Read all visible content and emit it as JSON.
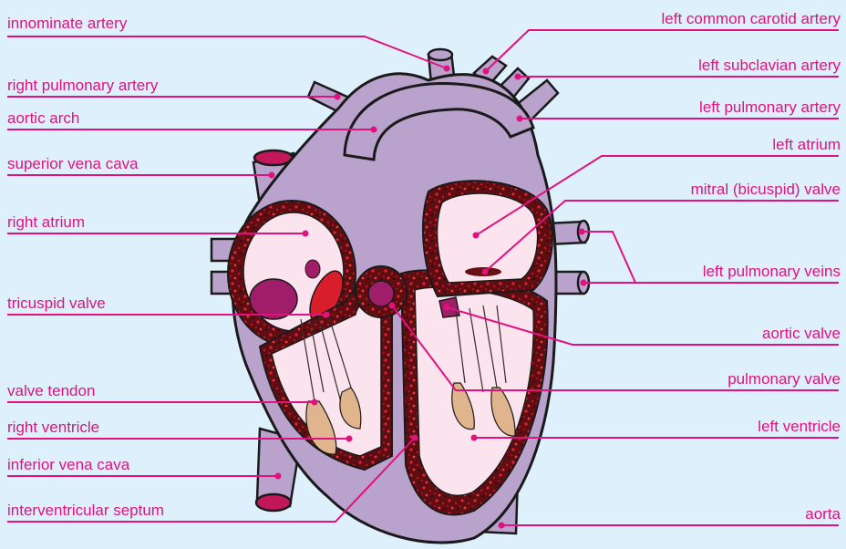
{
  "colors": {
    "background": "#ddf0fb",
    "label": "#e0127f",
    "vessel": "#b9a2cc",
    "outline": "#1a1a1a",
    "myocardium": "#6a1014",
    "chamber": "#fbe4ee",
    "valve": "#d81e2a",
    "papillary": "#e0b48c"
  },
  "labels": {
    "left": [
      "innominate artery",
      "right pulmonary artery",
      "aortic arch",
      "superior vena cava",
      "right atrium",
      "tricuspid valve",
      "valve tendon",
      "right ventricle",
      "inferior vena cava",
      "interventricular septum"
    ],
    "right": [
      "left common carotid artery",
      "left subclavian artery",
      "left pulmonary artery",
      "left atrium",
      "mitral (bicuspid) valve",
      "left pulmonary veins",
      "aortic valve",
      "pulmonary valve",
      "left ventricle",
      "aorta"
    ]
  }
}
